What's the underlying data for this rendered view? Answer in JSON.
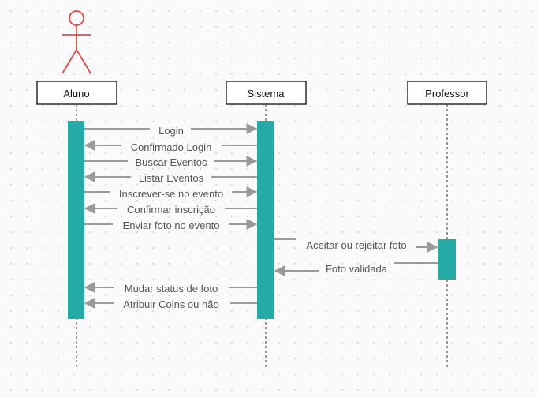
{
  "participants": [
    {
      "id": "aluno",
      "label": "Aluno"
    },
    {
      "id": "sistema",
      "label": "Sistema"
    },
    {
      "id": "professor",
      "label": "Professor"
    }
  ],
  "messages": [
    {
      "from": "aluno",
      "to": "sistema",
      "label": "Login"
    },
    {
      "from": "sistema",
      "to": "aluno",
      "label": "Confirmado Login"
    },
    {
      "from": "aluno",
      "to": "sistema",
      "label": "Buscar Eventos"
    },
    {
      "from": "sistema",
      "to": "aluno",
      "label": "Listar Eventos"
    },
    {
      "from": "aluno",
      "to": "sistema",
      "label": "Inscrever-se no evento"
    },
    {
      "from": "sistema",
      "to": "aluno",
      "label": "Confirmar inscrição"
    },
    {
      "from": "aluno",
      "to": "sistema",
      "label": "Enviar foto no evento"
    },
    {
      "from": "sistema",
      "to": "professor",
      "label": "Aceitar ou rejeitar foto"
    },
    {
      "from": "professor",
      "to": "sistema",
      "label": "Foto validada"
    },
    {
      "from": "sistema",
      "to": "aluno",
      "label": "Mudar status de foto"
    },
    {
      "from": "sistema",
      "to": "aluno",
      "label": "Atribuir Coins ou não"
    }
  ],
  "colors": {
    "activation": "#26aaa7",
    "actor": "#e04848",
    "arrow": "#9a9a9a"
  }
}
